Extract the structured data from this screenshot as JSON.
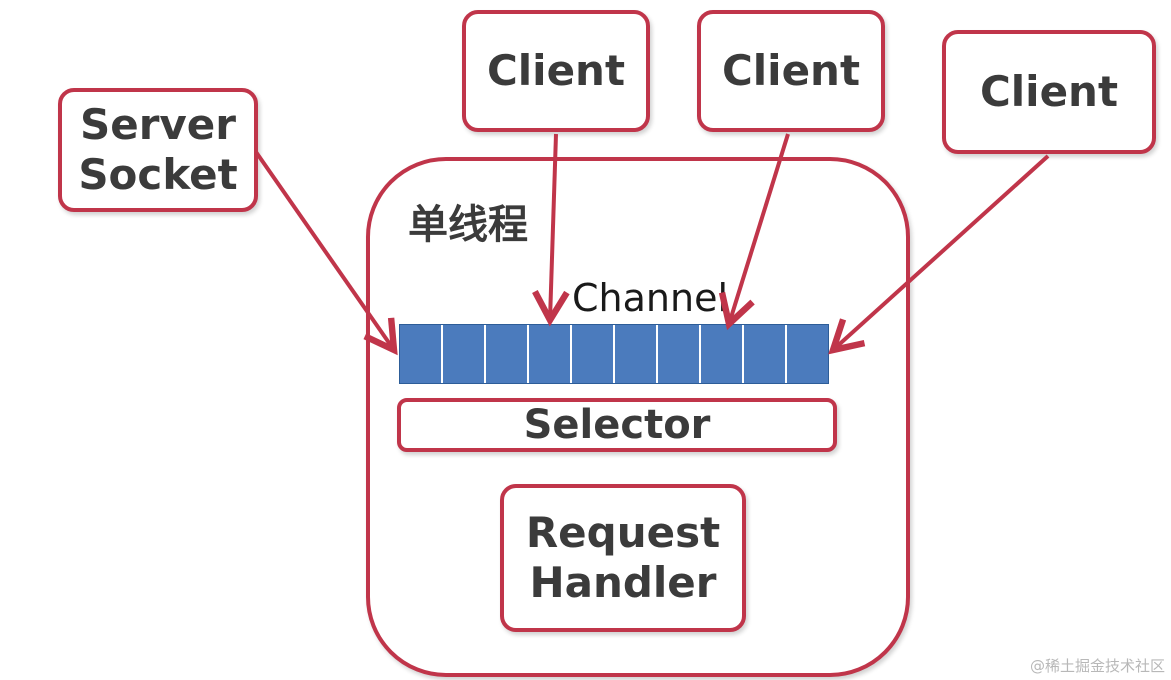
{
  "server_socket": {
    "line1": "Server",
    "line2": "Socket"
  },
  "clients": [
    "Client",
    "Client",
    "Client"
  ],
  "thread": {
    "label": "单线程"
  },
  "channel": {
    "label": "Channel",
    "slot_count": 10
  },
  "selector": {
    "label": "Selector"
  },
  "request_handler": {
    "line1": "Request",
    "line2": "Handler"
  },
  "watermark": "@稀土掘金技术社区",
  "colors": {
    "border": "#c0354a",
    "channel_fill": "#4b7bbd",
    "text": "#3b3b3b"
  }
}
